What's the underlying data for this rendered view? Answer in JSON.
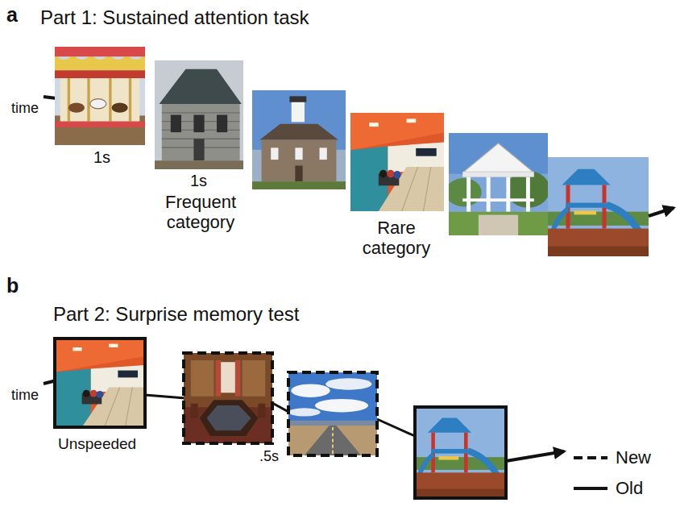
{
  "diagram": {
    "labels": [
      "a",
      "Part 1: Sustained attention task",
      "time",
      "1s",
      "1s",
      "Frequent category",
      "Rare category",
      "b",
      "Part 2: Surprise memory test",
      "time",
      "Unspeeded",
      ".5s"
    ],
    "legend": [
      {
        "text": "New"
      },
      {
        "text": "Old"
      }
    ]
  }
}
